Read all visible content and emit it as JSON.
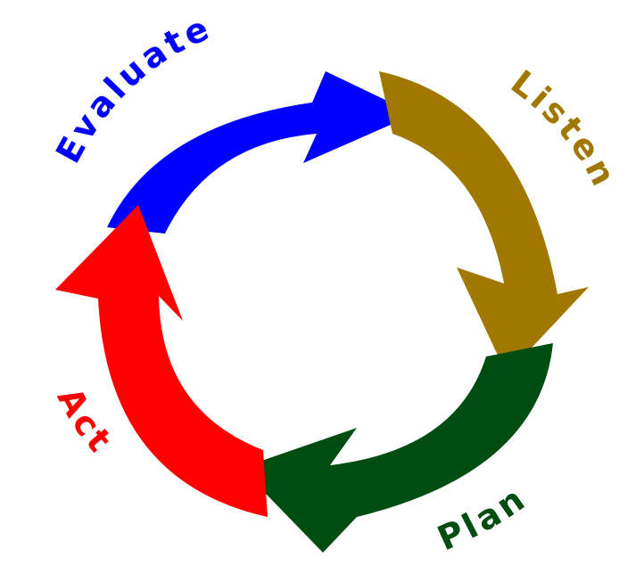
{
  "diagram": {
    "stages": [
      {
        "id": "evaluate",
        "label": "Evaluate",
        "color": "#0000ff"
      },
      {
        "id": "listen",
        "label": "Listen",
        "color": "#a07800"
      },
      {
        "id": "plan",
        "label": "Plan",
        "color": "#004d12"
      },
      {
        "id": "act",
        "label": "Act",
        "color": "#ff0000"
      }
    ]
  }
}
